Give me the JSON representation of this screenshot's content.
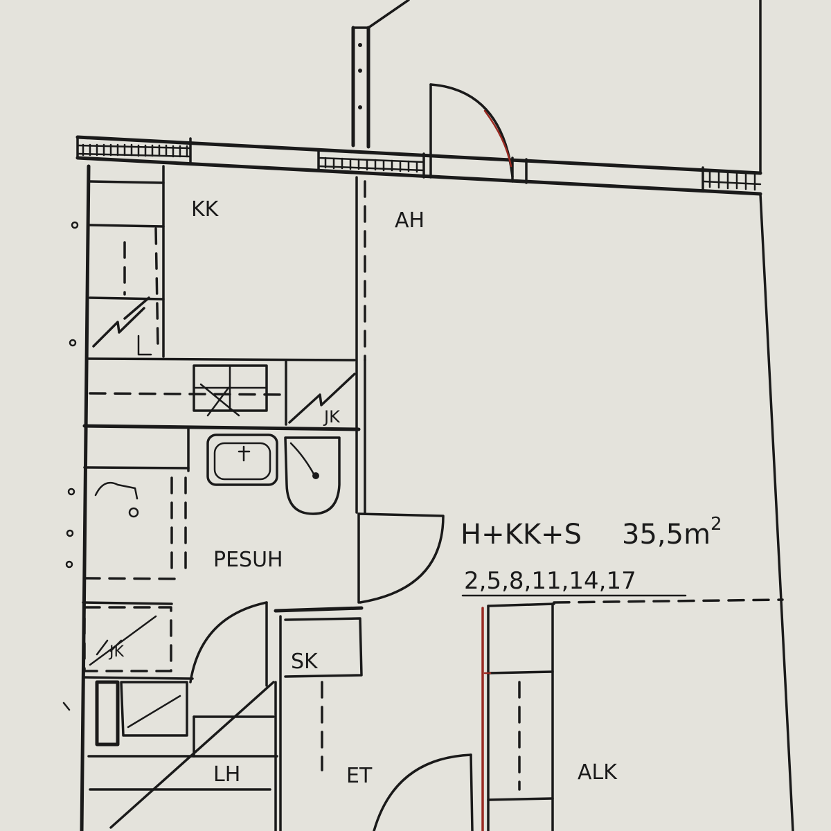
{
  "rooms": {
    "kk": "KK",
    "ah": "AH",
    "pesuh": "PESUH",
    "sk": "SK",
    "lh": "LH",
    "et": "ET",
    "alk": "ALK",
    "jk_upper": "JK",
    "jk_lower": "JK"
  },
  "apartment": {
    "type": "H+KK+S",
    "area_value": "35,5",
    "area_unit": "m",
    "area_exp": "2",
    "floors": "2,5,8,11,14,17"
  },
  "colors": {
    "paper": "#e9e7e1",
    "ink": "#1a1a1a",
    "red_line": "#9a2a22"
  }
}
